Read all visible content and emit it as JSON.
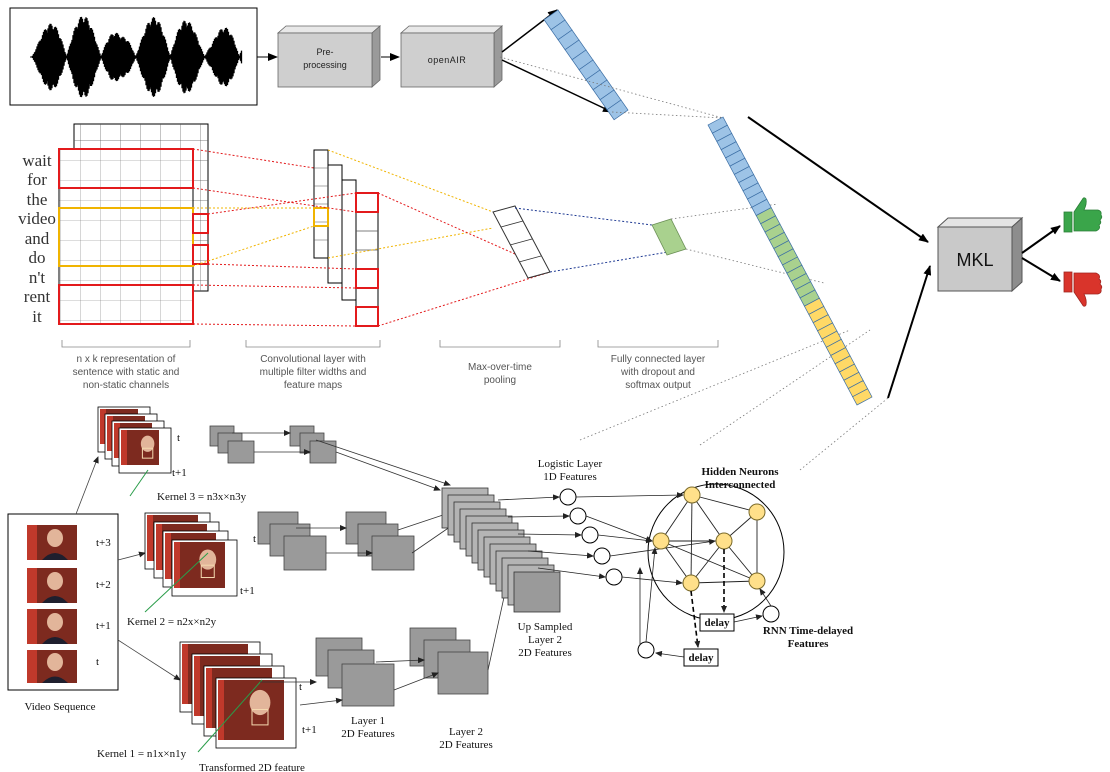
{
  "audio": {
    "stage1": [
      "Pre-",
      "processing"
    ],
    "stage2": "openAIR"
  },
  "text_branch": {
    "words": [
      "wait",
      "for",
      "the",
      "video",
      "and",
      "do",
      "n't",
      "rent",
      "it"
    ],
    "captions": {
      "representation": [
        "n x k representation of",
        "sentence with static and",
        "non-static channels"
      ],
      "conv": [
        "Convolutional layer with",
        "multiple filter widths and",
        "feature maps"
      ],
      "pool": [
        "Max-over-time",
        "pooling"
      ],
      "fc": [
        "Fully connected layer",
        "with dropout and",
        "softmax output"
      ]
    }
  },
  "video_branch": {
    "t3": "t+3",
    "t2": "t+2",
    "t1": "t+1",
    "t0": "t",
    "t": "t",
    "t_plus_1": "t+1",
    "video_sequence": "Video Sequence",
    "kernel3": "Kernel 3 = n3x×n3y",
    "kernel2": "Kernel 2 = n2x×n2y",
    "kernel1": "Kernel 1 = n1x×n1y",
    "transformed": "Transformed 2D feature",
    "layer1": [
      "Layer 1",
      "2D Features"
    ],
    "layer2": [
      "Layer 2",
      "2D Features"
    ],
    "upsampled": [
      "Up Sampled",
      "Layer 2",
      "2D Features"
    ],
    "logistic": [
      "Logistic Layer",
      "1D Features"
    ],
    "hidden": [
      "Hidden Neurons",
      "Interconnected"
    ],
    "delay": "delay",
    "rnn": [
      "RNN Time-delayed",
      "Features"
    ]
  },
  "fusion": {
    "mkl": "MKL",
    "positive_icon": "thumbs-up-icon",
    "negative_icon": "thumbs-down-icon"
  },
  "colors": {
    "audio_vector": "#9dc3e6",
    "text_vector": "#a9d18e",
    "video_vector": "#ffd966",
    "highlight_red": "#e31a1c",
    "highlight_yellow": "#f0b400",
    "thumbs_up": "#3aa54a",
    "thumbs_down": "#d9342b"
  }
}
